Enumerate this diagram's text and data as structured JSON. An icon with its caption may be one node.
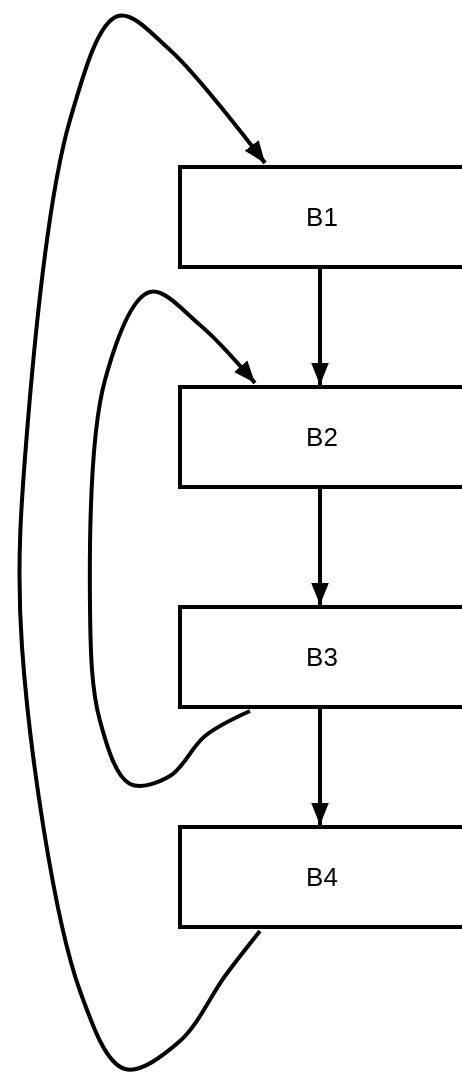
{
  "diagram": {
    "nodes": [
      {
        "text": [
          "B1"
        ]
      },
      {
        "text": [
          "B2"
        ]
      },
      {
        "text": [
          "B3"
        ]
      },
      {
        "text": [
          "B4"
        ]
      }
    ],
    "edges": [
      {
        "from": 0,
        "to": 1,
        "arrow": "to"
      },
      {
        "from": 1,
        "to": 2,
        "arrow": "to"
      },
      {
        "from": 2,
        "to": 3,
        "arrow": "to"
      },
      {
        "from": 2,
        "to": 1,
        "arrow": "to"
      },
      {
        "from": 3,
        "to": 0,
        "arrow": "to"
      }
    ]
  }
}
